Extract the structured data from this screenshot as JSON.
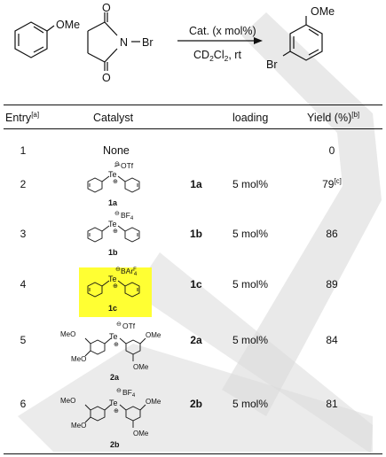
{
  "reaction": {
    "reactant1_sub": "OMe",
    "reagent_n": "N",
    "reagent_br": "Br",
    "reagent_o1": "O",
    "reagent_o2": "O",
    "condition_top": "Cat. (x mol%)",
    "condition_bottom_a": "CD",
    "condition_bottom_sub2": "2",
    "condition_bottom_b": "Cl",
    "condition_bottom_sub2b": "2",
    "condition_bottom_c": ", rt",
    "product_sub1": "OMe",
    "product_sub2": "Br"
  },
  "table": {
    "headers": {
      "entry": "Entry",
      "entry_note": "[a]",
      "catalyst": "Catalyst",
      "loading": "loading",
      "yield": "Yield (%)",
      "yield_note": "[b]"
    },
    "rows": [
      {
        "entry": "1",
        "catalyst": "None",
        "code": "",
        "loading": "",
        "yield": "0",
        "yield_note": ""
      },
      {
        "entry": "2",
        "catalyst": "1a",
        "code": "1a",
        "loading": "5 mol%",
        "yield": "79",
        "yield_note": "[c]",
        "anion": "OTf"
      },
      {
        "entry": "3",
        "catalyst": "1b",
        "code": "1b",
        "loading": "5 mol%",
        "yield": "86",
        "yield_note": "",
        "anion": "BF4"
      },
      {
        "entry": "4",
        "catalyst": "1c",
        "code": "1c",
        "loading": "5 mol%",
        "yield": "89",
        "yield_note": "",
        "anion": "BArF4"
      },
      {
        "entry": "5",
        "catalyst": "2a",
        "code": "2a",
        "loading": "5 mol%",
        "yield": "84",
        "yield_note": "",
        "anion": "OTf"
      },
      {
        "entry": "6",
        "catalyst": "2b",
        "code": "2b",
        "loading": "5 mol%",
        "yield": "81",
        "yield_note": "",
        "anion": "BF4"
      }
    ]
  },
  "structures": {
    "te": "Te",
    "plus": "⊕",
    "minus": "⊖",
    "ome": "OMe",
    "meo": "MeO",
    "otf": "OTf",
    "bf": "BF",
    "bf_sub": "4",
    "bar": "BAr",
    "bar_sup": "F",
    "bar_sub": "4"
  },
  "colors": {
    "highlight": "#ffff33",
    "watermark": "#d9d9d9",
    "ink": "#111111"
  }
}
